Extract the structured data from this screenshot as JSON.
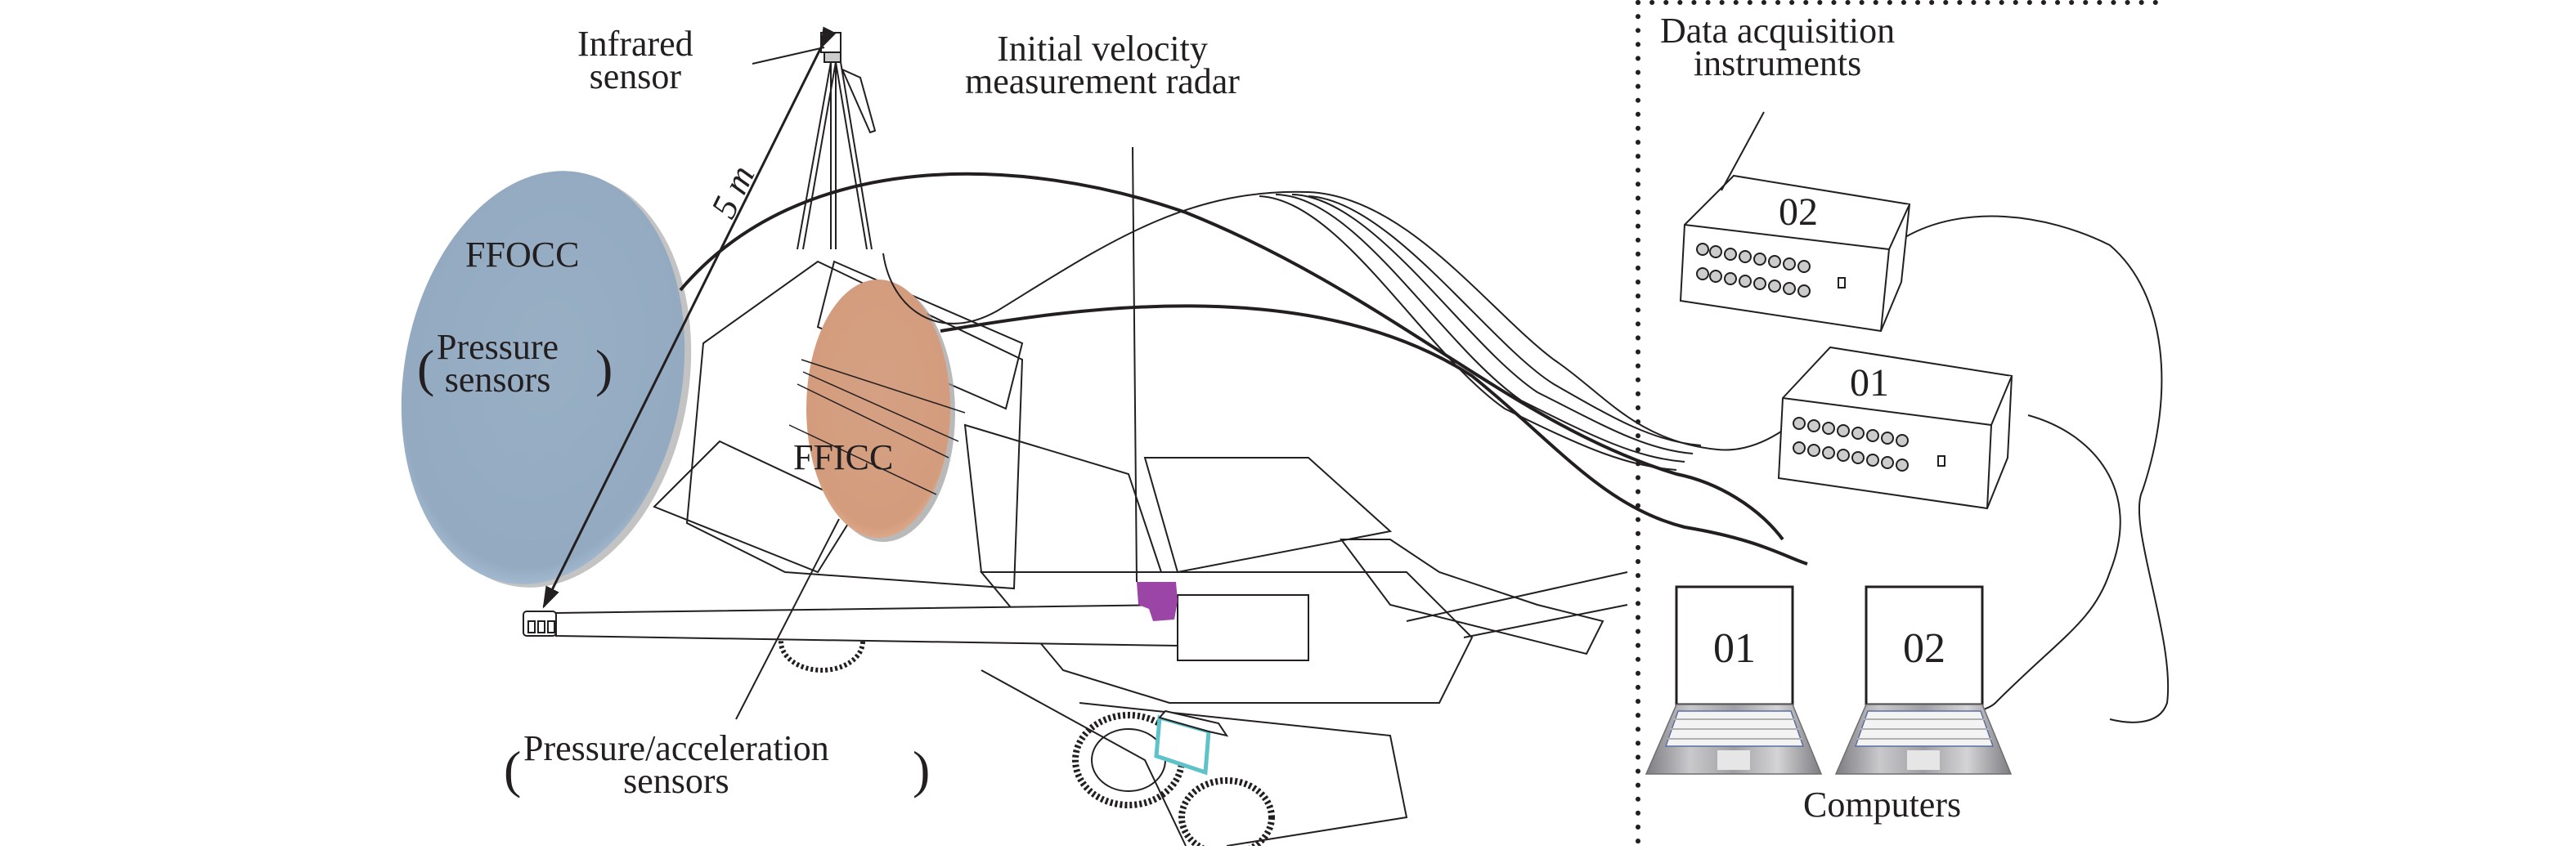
{
  "figure": {
    "labels": {
      "infrared_sensor": [
        "Infrared",
        "sensor"
      ],
      "distance": "5 m",
      "radar": [
        "Initial velocity",
        "measurement radar"
      ],
      "ffocc": "FFOCC",
      "ffocc_sensors": [
        "Pressure",
        "sensors"
      ],
      "fficc": "FFICC",
      "fficc_sensors": [
        "Pressure/acceleration",
        "sensors"
      ],
      "daq": [
        "Data acquisition",
        "instruments"
      ],
      "daq_units": [
        "02",
        "01"
      ],
      "computers": "Computers",
      "computer_units": [
        "01",
        "02"
      ]
    },
    "colors": {
      "ffocc_fill": "#93abc2",
      "ffocc_rim": "#b3cadf",
      "fficc_fill": "#d49e80",
      "fficc_rim": "#e6b496",
      "radar_marker": "#9b45a6",
      "sensor_box": "#5dc3c9",
      "line": "#231f20",
      "laptop_gray": "#8a8a8e"
    }
  }
}
